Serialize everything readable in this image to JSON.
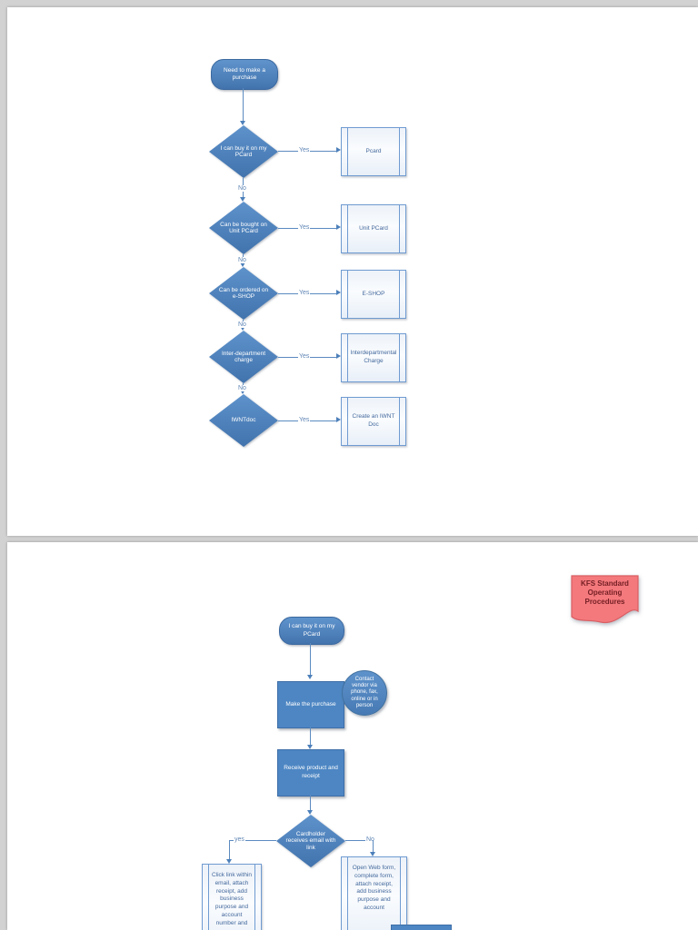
{
  "colors": {
    "viewer_background": "#d2d2d2",
    "page_background": "#ffffff",
    "shape_blue": "#4d86c3",
    "shape_blue_dark": "#4173ad",
    "connector_blue": "#5b8ac0",
    "light_box_text": "#44699d",
    "banner_fill": "#f4797d",
    "banner_border": "#d95f63",
    "banner_text": "#731f24"
  },
  "page1": {
    "start_label": "Need to make a purchase",
    "rows": [
      {
        "decision": "I can buy it on my PCard",
        "yes_label": "Yes",
        "result": "Pcard",
        "no_label": "No"
      },
      {
        "decision": "Can be bought on Unit PCard",
        "yes_label": "Yes",
        "result": "Unit PCard",
        "no_label": "No"
      },
      {
        "decision": "Can be ordered on e-SHOP",
        "yes_label": "Yes",
        "result": "E-SHOP",
        "no_label": "No"
      },
      {
        "decision": "Inter-department charge",
        "yes_label": "Yes",
        "result": "Interdepartmental Charge",
        "no_label": "No"
      },
      {
        "decision": "IWNTdoc",
        "yes_label": "Yes",
        "result": "Create an IWNT Doc"
      }
    ]
  },
  "page2": {
    "banner_label": "KFS Standard Operating Procedures",
    "start_label": "I can buy it on my PCard",
    "make_purchase_label": "Make the purchase",
    "contact_note_label": "Contact vendor via phone, fax, online or in person",
    "receive_label": "Receive product and receipt",
    "decision_label": "Cardholder receives email with link",
    "yes_label": "yes",
    "no_label": "No",
    "yes_result_label": "Click link within email, attach receipt, add business purpose and account number and",
    "no_result_label": "Open Web form, complete form, attach receipt, add business purpose and account"
  }
}
